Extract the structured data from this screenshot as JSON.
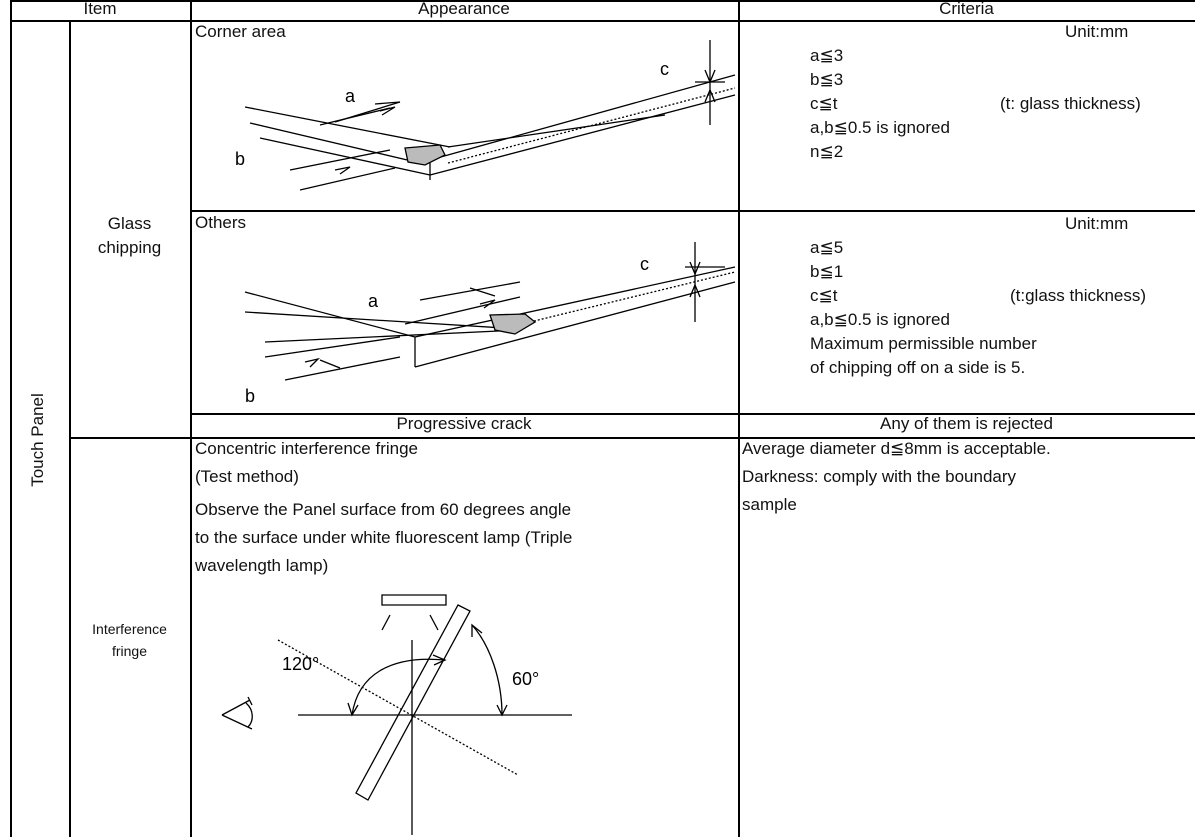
{
  "header": {
    "item": "Item",
    "appearance": "Appearance",
    "criteria": "Criteria"
  },
  "touch_panel": "Touch Panel",
  "glass_chipping": {
    "label_line1": "Glass",
    "label_line2": "chipping",
    "corner": {
      "title": "Corner area",
      "fig_labels": {
        "a": "a",
        "b": "b",
        "c": "c"
      },
      "unit": "Unit:mm",
      "criteria": [
        "a≦3",
        "b≦3",
        "c≦t",
        "a,b≦0.5 is ignored",
        "n≦2"
      ],
      "note": "(t: glass thickness)"
    },
    "others": {
      "title": "Others",
      "fig_labels": {
        "a": "a",
        "b": "b",
        "c": "c"
      },
      "unit": "Unit:mm",
      "criteria": [
        "a≦5",
        "b≦1",
        "c≦t",
        "a,b≦0.5 is ignored",
        "Maximum permissible number",
        "of chipping off on a side is 5."
      ],
      "note": "(t:glass thickness)"
    },
    "progressive_crack": "Progressive crack",
    "rejected": "Any of them is rejected"
  },
  "interference": {
    "label_line1": "Interference",
    "label_line2": "fringe",
    "lines": [
      "Concentric interference fringe",
      "(Test method)",
      "Observe the Panel surface from 60 degrees angle",
      "to the surface under white fluorescent lamp (Triple",
      "wavelength lamp)"
    ],
    "angle_120": "120°",
    "angle_60": "60°",
    "criteria": [
      "Average diameter d≦8mm is acceptable.",
      "Darkness: comply with the boundary",
      "sample"
    ]
  }
}
